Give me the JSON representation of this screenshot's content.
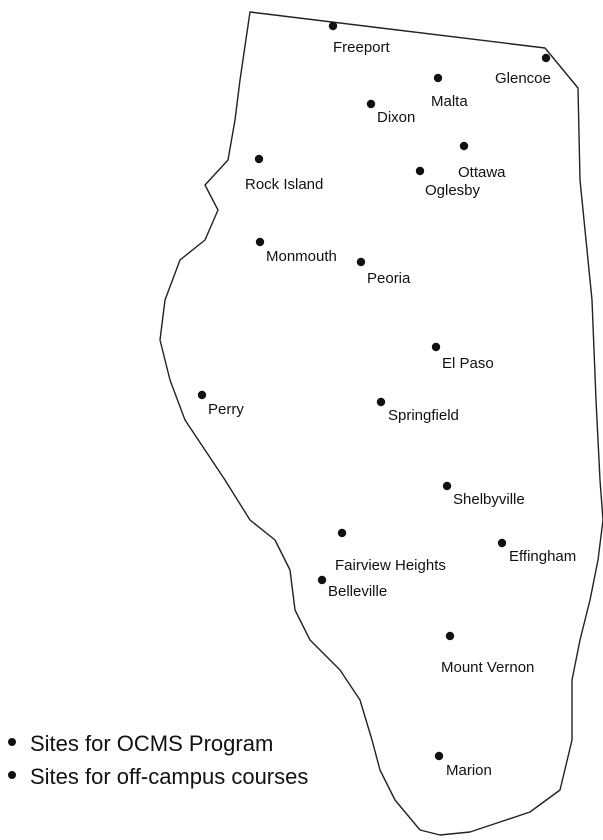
{
  "map": {
    "outline_color": "#222222",
    "dot_color": "#111111",
    "cities": [
      {
        "name": "Freeport",
        "icon": "site-marker-icon"
      },
      {
        "name": "Glencoe",
        "icon": "site-marker-icon"
      },
      {
        "name": "Malta",
        "icon": "site-marker-icon"
      },
      {
        "name": "Dixon",
        "icon": "site-marker-icon"
      },
      {
        "name": "Ottawa",
        "icon": "site-marker-icon"
      },
      {
        "name": "Oglesby",
        "icon": "site-marker-icon"
      },
      {
        "name": "Rock Island",
        "icon": "site-marker-icon"
      },
      {
        "name": "Monmouth",
        "icon": "site-marker-icon"
      },
      {
        "name": "Peoria",
        "icon": "site-marker-icon"
      },
      {
        "name": "El Paso",
        "icon": "site-marker-icon"
      },
      {
        "name": "Perry",
        "icon": "site-marker-icon"
      },
      {
        "name": "Springfield",
        "icon": "site-marker-icon"
      },
      {
        "name": "Shelbyville",
        "icon": "site-marker-icon"
      },
      {
        "name": "Fairview Heights",
        "icon": "site-marker-icon"
      },
      {
        "name": "Effingham",
        "icon": "site-marker-icon"
      },
      {
        "name": "Belleville",
        "icon": "site-marker-icon"
      },
      {
        "name": "Mount Vernon",
        "icon": "site-marker-icon"
      },
      {
        "name": "Marion",
        "icon": "site-marker-icon"
      }
    ]
  },
  "legend": {
    "items": [
      {
        "label": "Sites for OCMS Program",
        "icon": "bullet-icon"
      },
      {
        "label": "Sites for off-campus courses",
        "icon": "bullet-icon"
      }
    ]
  }
}
